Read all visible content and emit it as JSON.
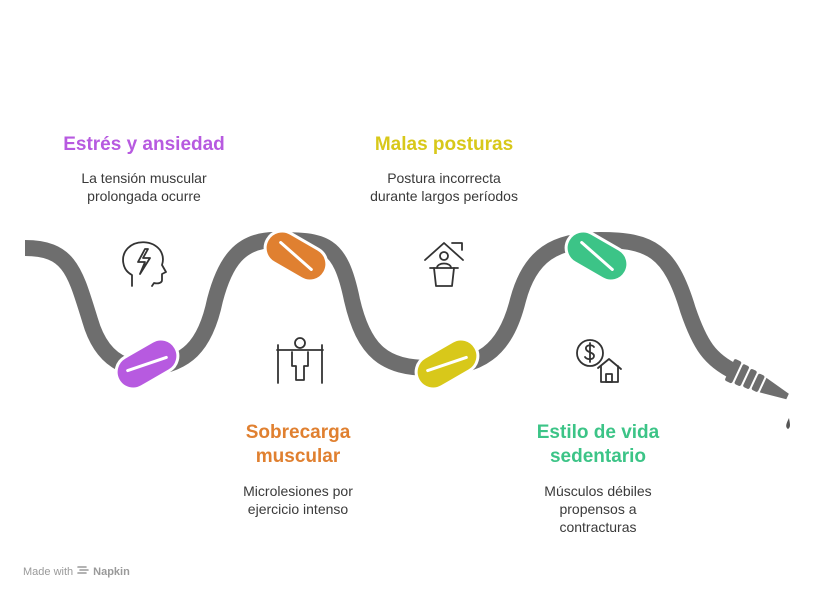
{
  "steps": [
    {
      "title": "Estrés y ansiedad",
      "description": [
        "La tensión muscular",
        "prolongada ocurre"
      ],
      "color": "#b75ae0",
      "icon": "stressed-head-lightning-icon"
    },
    {
      "title": "Sobrecarga muscular",
      "title_lines": [
        "Sobrecarga",
        "muscular"
      ],
      "description": [
        "Microlesiones por",
        "ejercicio intenso"
      ],
      "color": "#e08030",
      "icon": "person-lifting-bar-icon"
    },
    {
      "title": "Malas posturas",
      "description": [
        "Postura incorrecta",
        "durante largos períodos"
      ],
      "color": "#d8c81a",
      "icon": "person-at-desk-icon"
    },
    {
      "title": "Estilo de vida sedentario",
      "title_lines": [
        "Estilo de vida",
        "sedentario"
      ],
      "description": [
        "Músculos débiles",
        "propensos a",
        "contracturas"
      ],
      "color": "#3cc487",
      "icon": "money-house-icon"
    }
  ],
  "footer": {
    "made_with": "Made with",
    "brand": "Napkin"
  },
  "colors": {
    "hose": "#6e6e6e",
    "text": "#3a3a3a"
  }
}
